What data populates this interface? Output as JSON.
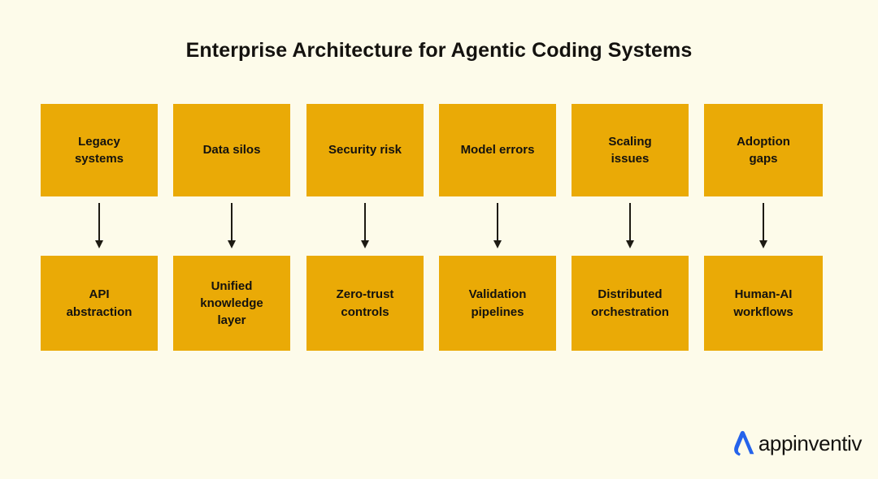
{
  "diagram": {
    "title": "Enterprise Architecture for Agentic Coding Systems",
    "type": "two-row-mapping",
    "colors": {
      "background": "#FDFBEA",
      "node_fill": "#EAAA06",
      "node_text": "#14120F",
      "arrow": "#1D1A12",
      "logo_mark": "#2563EB"
    },
    "columns": [
      {
        "challenge": "Legacy\nsystems",
        "solution": "API\nabstraction",
        "connector": "down-arrow"
      },
      {
        "challenge": "Data silos",
        "solution": "Unified\nknowledge\nlayer",
        "connector": "down-arrow"
      },
      {
        "challenge": "Security risk",
        "solution": "Zero-trust\ncontrols",
        "connector": "down-arrow"
      },
      {
        "challenge": "Model errors",
        "solution": "Validation\npipelines",
        "connector": "down-arrow"
      },
      {
        "challenge": "Scaling\nissues",
        "solution": "Distributed\norchestration",
        "connector": "down-arrow"
      },
      {
        "challenge": "Adoption\ngaps",
        "solution": "Human-AI\nworkflows",
        "connector": "down-arrow"
      }
    ]
  },
  "branding": {
    "name": "appinventiv",
    "mark": "appinventiv-a-mark"
  }
}
